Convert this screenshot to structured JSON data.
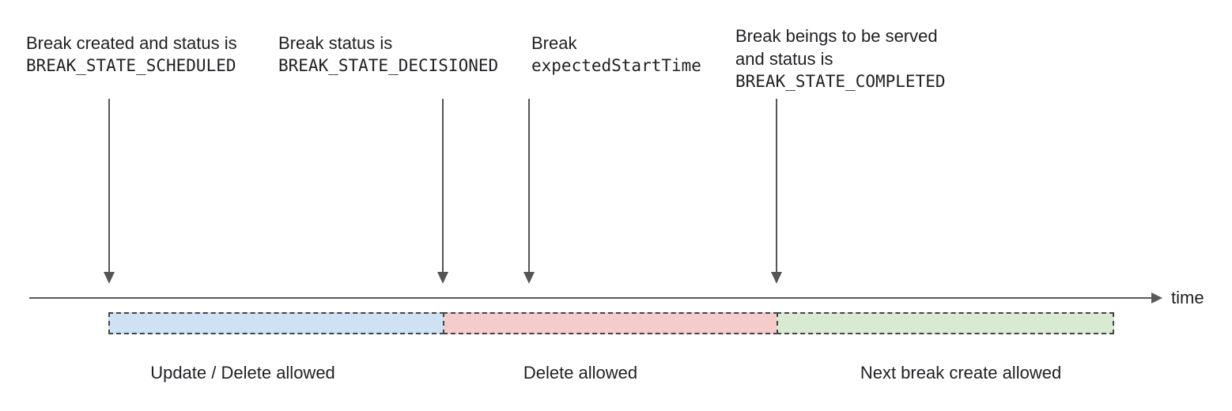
{
  "annotations": [
    {
      "line1": "Break created and status is",
      "code": "BREAK_STATE_SCHEDULED"
    },
    {
      "line1": "Break status is",
      "code": "BREAK_STATE_DECISIONED"
    },
    {
      "line1": "Break",
      "code": "expectedStartTime"
    },
    {
      "line1": "Break beings to be served",
      "line2": "and status is",
      "code": "BREAK_STATE_COMPLETED"
    }
  ],
  "timeline": {
    "axis_label": "time"
  },
  "segments": [
    {
      "label": "Update / Delete allowed",
      "color": "#cfe2f3"
    },
    {
      "label": "Delete allowed",
      "color": "#f4cccc"
    },
    {
      "label": "Next break create allowed",
      "color": "#d9ead3"
    }
  ],
  "colors": {
    "axis": "#595959",
    "arrow": "#555555",
    "dash_border": "#444444",
    "text": "#202124"
  }
}
